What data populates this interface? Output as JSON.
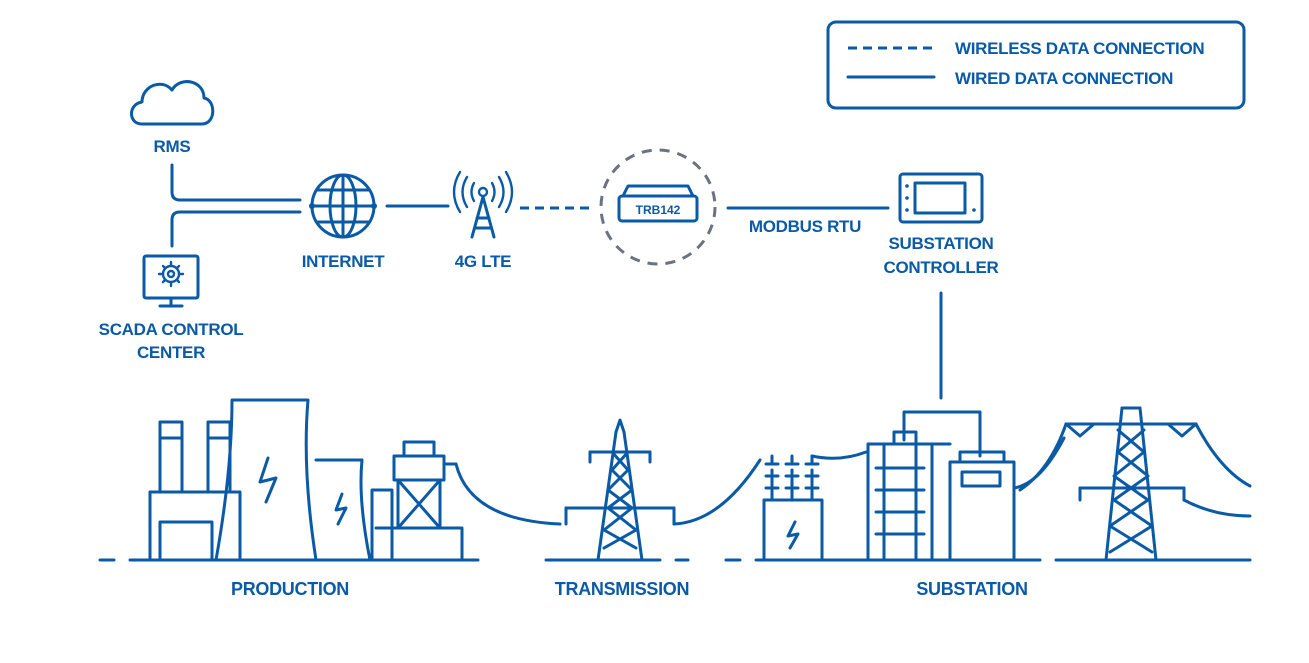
{
  "colors": {
    "primary": "#0a5aa6",
    "router_ring": "#6b7280",
    "background": "#ffffff"
  },
  "legend": {
    "wireless_label": "WIRELESS DATA CONNECTION",
    "wired_label": "WIRED DATA CONNECTION"
  },
  "nodes": {
    "rms": "RMS",
    "scada_line1": "SCADA CONTROL",
    "scada_line2": "CENTER",
    "internet": "INTERNET",
    "lte": "4G LTE",
    "router_model": "TRB142",
    "modbus": "MODBUS RTU",
    "substation_controller_line1": "SUBSTATION",
    "substation_controller_line2": "CONTROLLER"
  },
  "sections": {
    "production": "PRODUCTION",
    "transmission": "TRANSMISSION",
    "substation": "SUBSTATION"
  },
  "icons": [
    "cloud-icon",
    "monitor-gear-icon",
    "globe-icon",
    "cell-tower-icon",
    "router-icon",
    "controller-panel-icon",
    "power-plant-icon",
    "transmission-tower-icon",
    "transformer-icon",
    "pylon-icon"
  ]
}
